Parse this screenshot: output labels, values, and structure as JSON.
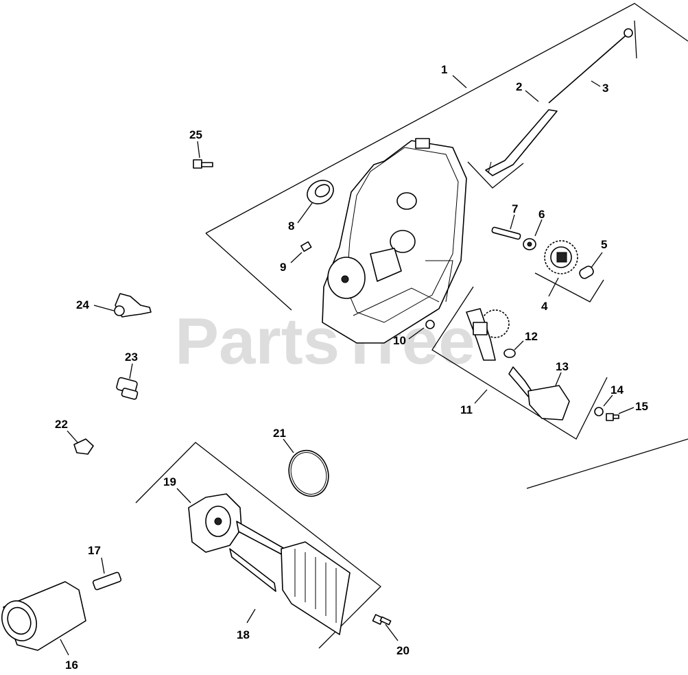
{
  "watermark": "PartsTree",
  "callouts": [
    "1",
    "2",
    "3",
    "4",
    "5",
    "6",
    "7",
    "8",
    "9",
    "10",
    "11",
    "12",
    "13",
    "14",
    "15",
    "16",
    "17",
    "18",
    "19",
    "20",
    "21",
    "22",
    "23",
    "24",
    "25"
  ]
}
